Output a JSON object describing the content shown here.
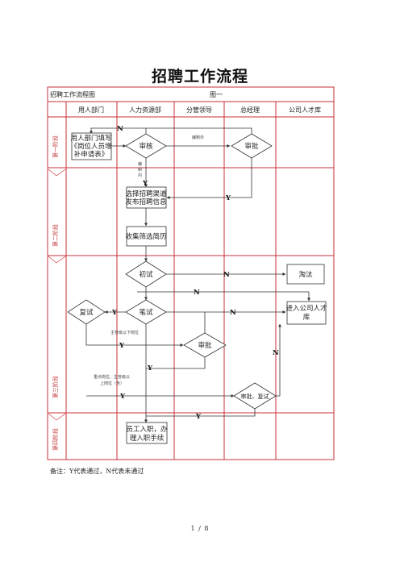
{
  "page": {
    "title": "招聘工作流程",
    "footnote": "备注：Y代表通过，N代表未通过",
    "page_number": "1 / 8"
  },
  "chart_header": {
    "caption": "招聘工作流程图",
    "figure_label": "图一"
  },
  "lanes": [
    "用人部门",
    "人力资源部",
    "分管领导",
    "总经理",
    "公司人才库"
  ],
  "stages": [
    "第一阶段",
    "第二阶段",
    "第三阶段",
    "第四阶段"
  ],
  "nodes": {
    "apply": [
      "用人部门填写",
      "《岗位人员增",
      "补申请表》"
    ],
    "hr_review": "审核",
    "gm_approve1": "审批",
    "post_job": [
      "选择招聘渠道",
      "发布招聘信息"
    ],
    "collect": "收集筛选简历",
    "initial": "初试",
    "reject": "淘汰",
    "talent_pool": [
      "进入公司人才",
      "库"
    ],
    "retest": "复试",
    "written": "笔试",
    "leader_approve": "审批",
    "gm_approve2": "审批、复试",
    "onboard": [
      "员工入职，办",
      "理入职手续"
    ]
  },
  "notes": {
    "over_quota": "编制外",
    "in_quota": [
      "编",
      "制",
      "内"
    ],
    "below_supervisor": "主管级以下岗位",
    "key_posts": [
      "重点岗位、主管级以",
      "上岗位（含）"
    ]
  },
  "flags": {
    "yes": "Y",
    "no": "N"
  },
  "colors": {
    "frame": "#c9303a",
    "line": "#333333",
    "stage_text": "#c43b3b"
  }
}
